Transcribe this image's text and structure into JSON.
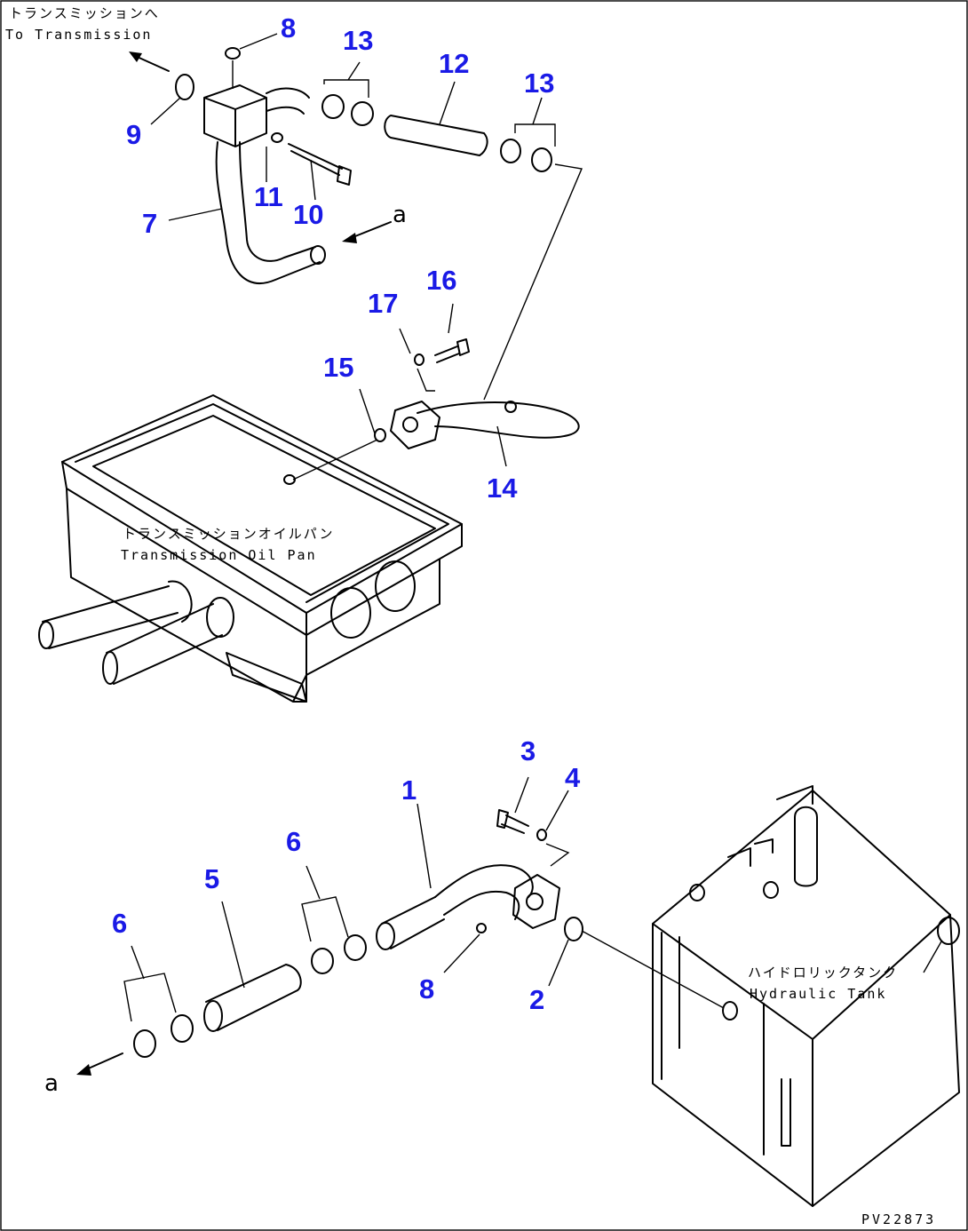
{
  "annotations": {
    "to_transmission_jp": "トランスミッションへ",
    "to_transmission_en": "To Transmission",
    "oil_pan_jp": "トランスミッションオイルパン",
    "oil_pan_en": "Transmission Oil Pan",
    "hydraulic_tank_jp": "ハイドロリックタンク",
    "hydraulic_tank_en": "Hydraulic Tank",
    "view_a_top": "a",
    "view_a_bottom": "a",
    "drawing_code": "PV22873"
  },
  "callouts": [
    "8",
    "13",
    "12",
    "13",
    "9",
    "11",
    "10",
    "7",
    "16",
    "17",
    "15",
    "14",
    "3",
    "4",
    "1",
    "6",
    "5",
    "6",
    "8",
    "2"
  ],
  "colors": {
    "callout": "#1a1ae6",
    "line": "#000000"
  }
}
